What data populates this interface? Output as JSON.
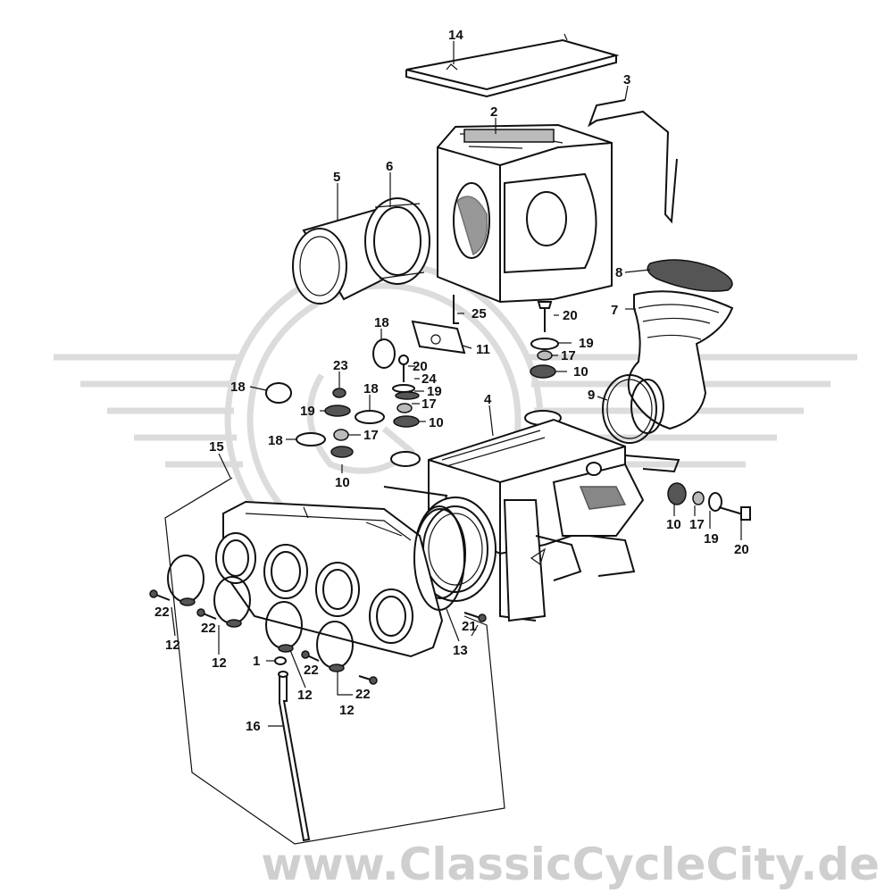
{
  "watermark": {
    "text": "www.ClassicCycleCity.de"
  },
  "labels": [
    {
      "id": "l14",
      "text": "14"
    },
    {
      "id": "l2",
      "text": "2"
    },
    {
      "id": "l3",
      "text": "3"
    },
    {
      "id": "l5",
      "text": "5"
    },
    {
      "id": "l6",
      "text": "6"
    },
    {
      "id": "l8",
      "text": "8"
    },
    {
      "id": "l7",
      "text": "7"
    },
    {
      "id": "l25",
      "text": "25"
    },
    {
      "id": "l20a",
      "text": "20"
    },
    {
      "id": "l11",
      "text": "11"
    },
    {
      "id": "l18a",
      "text": "18"
    },
    {
      "id": "l19a",
      "text": "19"
    },
    {
      "id": "l17a",
      "text": "17"
    },
    {
      "id": "l10a",
      "text": "10"
    },
    {
      "id": "l23",
      "text": "23"
    },
    {
      "id": "l20b",
      "text": "20"
    },
    {
      "id": "l24",
      "text": "24"
    },
    {
      "id": "l19b",
      "text": "19"
    },
    {
      "id": "l18b",
      "text": "18"
    },
    {
      "id": "l18c",
      "text": "18"
    },
    {
      "id": "l17b",
      "text": "17"
    },
    {
      "id": "l9",
      "text": "9"
    },
    {
      "id": "l19c",
      "text": "19"
    },
    {
      "id": "l10b",
      "text": "10"
    },
    {
      "id": "l4",
      "text": "4"
    },
    {
      "id": "l18d",
      "text": "18"
    },
    {
      "id": "l17c",
      "text": "17"
    },
    {
      "id": "l15",
      "text": "15"
    },
    {
      "id": "l10c",
      "text": "10"
    },
    {
      "id": "l10d",
      "text": "10"
    },
    {
      "id": "l17d",
      "text": "17"
    },
    {
      "id": "l19d",
      "text": "19"
    },
    {
      "id": "l20c",
      "text": "20"
    },
    {
      "id": "l22a",
      "text": "22"
    },
    {
      "id": "l12a",
      "text": "12"
    },
    {
      "id": "l22b",
      "text": "22"
    },
    {
      "id": "l12b",
      "text": "12"
    },
    {
      "id": "l21",
      "text": "21"
    },
    {
      "id": "l13",
      "text": "13"
    },
    {
      "id": "l1",
      "text": "1"
    },
    {
      "id": "l22c",
      "text": "22"
    },
    {
      "id": "l12c",
      "text": "12"
    },
    {
      "id": "l22d",
      "text": "22"
    },
    {
      "id": "l12d",
      "text": "12"
    },
    {
      "id": "l16",
      "text": "16"
    }
  ]
}
